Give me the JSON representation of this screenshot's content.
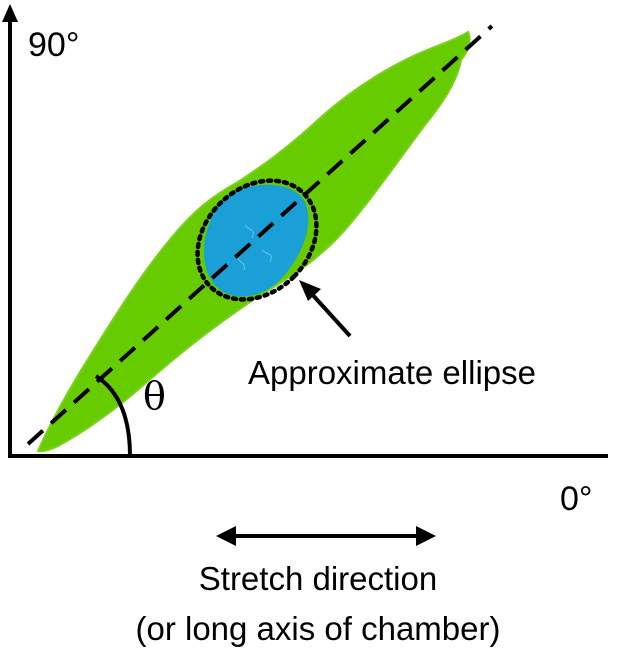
{
  "labels": {
    "y_axis_max": "90°",
    "x_axis_zero": "0°",
    "angle": "θ",
    "ellipse": "Approximate ellipse",
    "stretch_line1": "Stretch direction",
    "stretch_line2": "(or long axis of chamber)"
  },
  "colors": {
    "cell_body": "#66cc00",
    "nucleus": "#1a9fd6",
    "lines": "#000000"
  },
  "icons": {
    "ellipse_pointer": "arrow-up-left-icon",
    "stretch_arrow": "double-headed-arrow-icon"
  }
}
